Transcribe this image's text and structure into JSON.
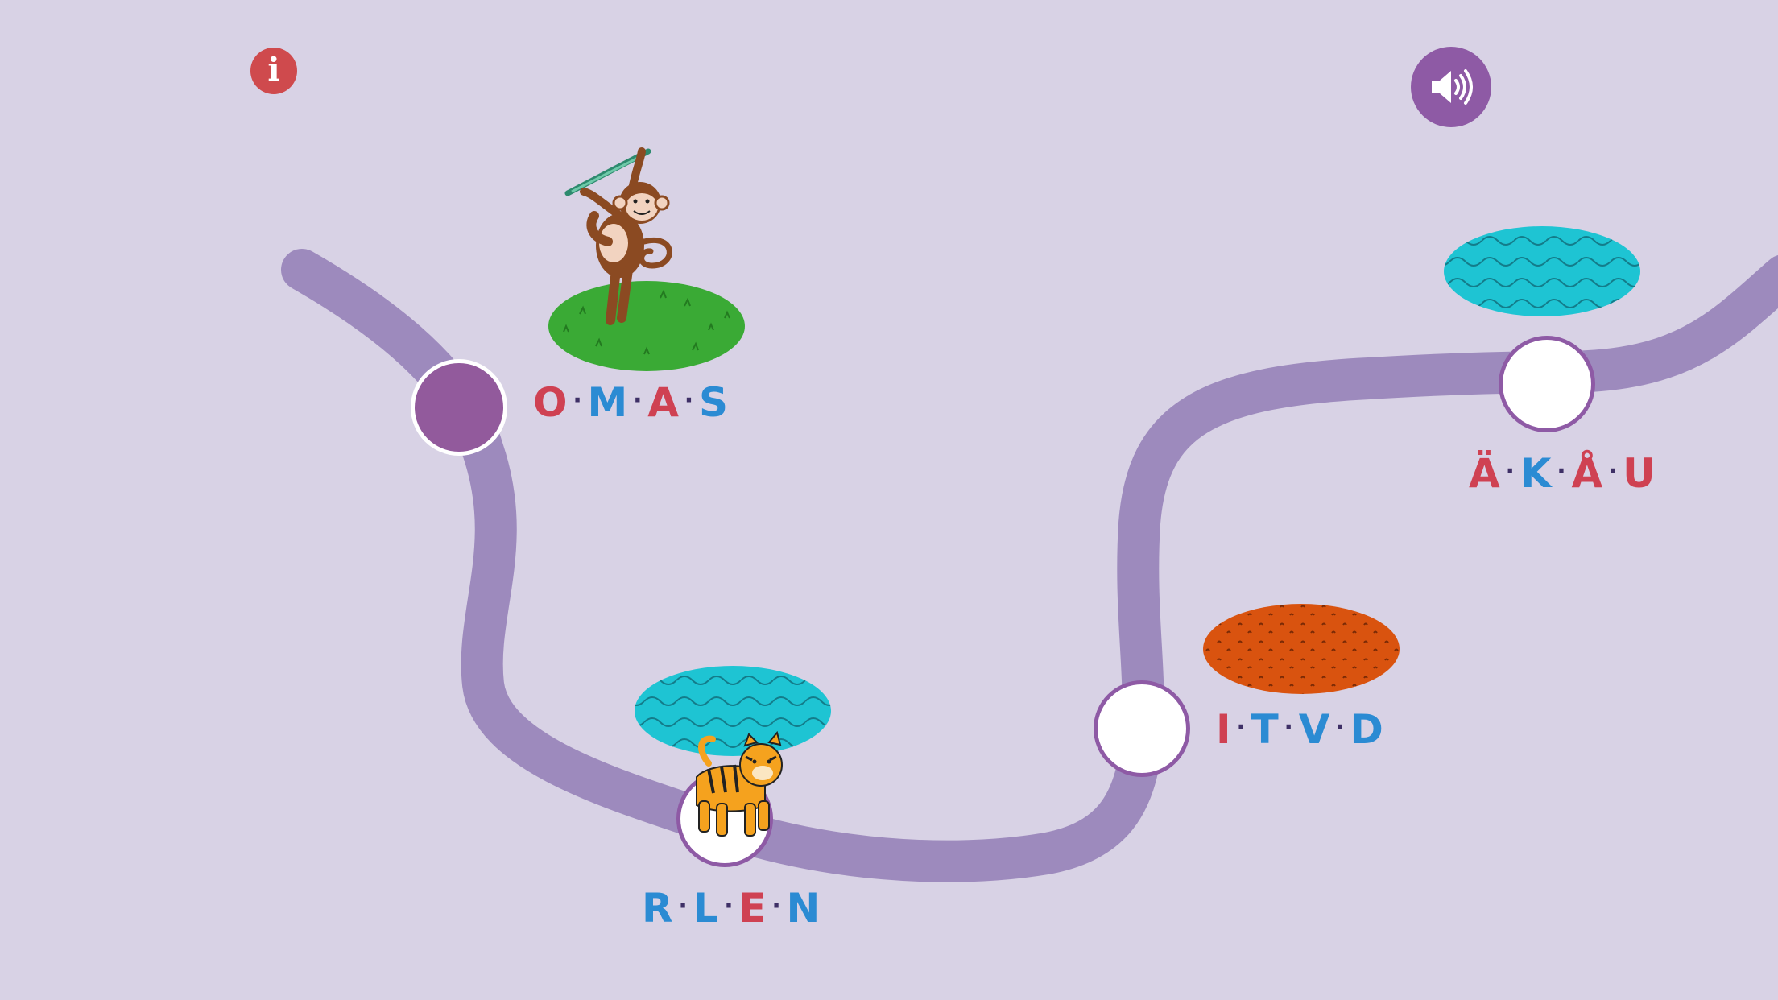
{
  "colors": {
    "background": "#d8d2e5",
    "path": "#9d8abd",
    "node_active": "#925a9c",
    "node_border": "#ffffff",
    "node_locked_fill": "#ffffff",
    "node_locked_border": "#8e5aa5",
    "letter_red": "#cf4152",
    "letter_blue": "#2b8bd3",
    "grass": "#3aaa35",
    "water": "#1ec4d3",
    "sand": "#d9530f",
    "info_button": "#cf4a4d",
    "sound_button": "#8e5aa5"
  },
  "toolbar": {
    "info_icon": "info-icon",
    "info_glyph": "i",
    "sound_icon": "speaker-volume-icon"
  },
  "levels": [
    {
      "id": "level-1",
      "state": "active",
      "terrain": "grass",
      "animal": "monkey",
      "letters": [
        {
          "char": "O",
          "color": "red"
        },
        {
          "char": "M",
          "color": "blue"
        },
        {
          "char": "A",
          "color": "red"
        },
        {
          "char": "S",
          "color": "blue"
        }
      ]
    },
    {
      "id": "level-2",
      "state": "current",
      "terrain": "water",
      "animal": "tiger",
      "letters": [
        {
          "char": "R",
          "color": "blue"
        },
        {
          "char": "L",
          "color": "blue"
        },
        {
          "char": "E",
          "color": "red"
        },
        {
          "char": "N",
          "color": "blue"
        }
      ]
    },
    {
      "id": "level-3",
      "state": "locked",
      "terrain": "sand",
      "animal": "",
      "letters": [
        {
          "char": "I",
          "color": "red"
        },
        {
          "char": "T",
          "color": "blue"
        },
        {
          "char": "V",
          "color": "blue"
        },
        {
          "char": "D",
          "color": "blue"
        }
      ]
    },
    {
      "id": "level-4",
      "state": "locked",
      "terrain": "water",
      "animal": "",
      "letters": [
        {
          "char": "Ä",
          "color": "red"
        },
        {
          "char": "K",
          "color": "blue"
        },
        {
          "char": "Å",
          "color": "red"
        },
        {
          "char": "U",
          "color": "red"
        }
      ]
    }
  ],
  "separator": "·"
}
